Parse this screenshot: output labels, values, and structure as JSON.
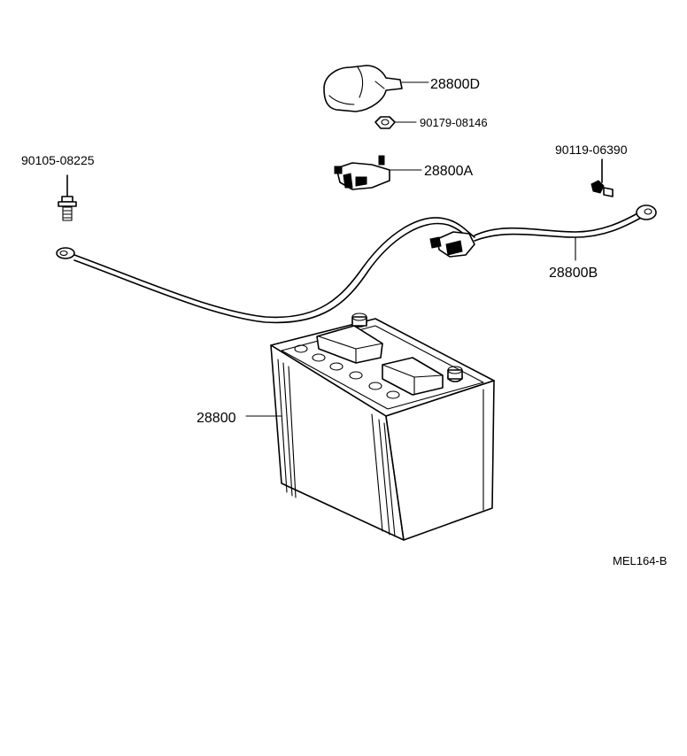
{
  "parts": {
    "terminal_cover": "28800D",
    "nut": "90179-08146",
    "terminal_clamp": "28800A",
    "bolt_left": "90105-08225",
    "bolt_right": "90119-06390",
    "cable": "28800B",
    "battery": "28800"
  },
  "figure_code": "MEL164-B"
}
